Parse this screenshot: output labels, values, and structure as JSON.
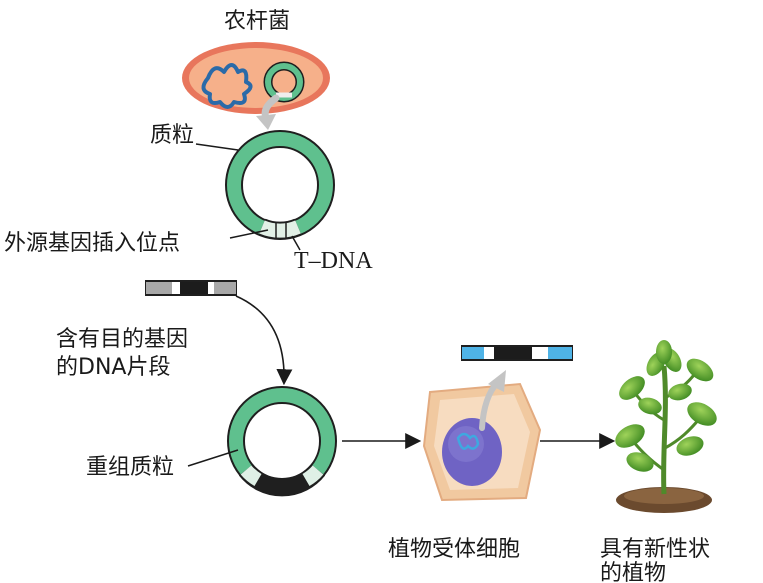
{
  "labels": {
    "agrobacterium": "农杆菌",
    "plasmid": "质粒",
    "insertion_site": "外源基因插入位点",
    "t_dna": "T–DNA",
    "gene_fragment_line1": "含有目的基因",
    "gene_fragment_line2": "的DNA片段",
    "recombinant_plasmid": "重组质粒",
    "recipient_cell": "植物受体细胞",
    "new_plant_line1": "具有新性状",
    "new_plant_line2": "的植物"
  },
  "colors": {
    "plasmid_ring": "#5fc08e",
    "plasmid_outline": "#1f1f1f",
    "bacterium_body": "#f0a07a",
    "bacterium_edge": "#e8765c",
    "chromosome": "#2b6aa8",
    "dna_gray": "#a8a8a8",
    "dna_black": "#1c1c1c",
    "dna_blue": "#4fb3e6",
    "cell_wall": "#f1c9a0",
    "cell_inner": "#f7dcc0",
    "nucleus": "#6f63c4",
    "arrow_gray": "#c4c4c4",
    "leaf_green": "#4f9e2c",
    "soil": "#6b4a2e"
  }
}
